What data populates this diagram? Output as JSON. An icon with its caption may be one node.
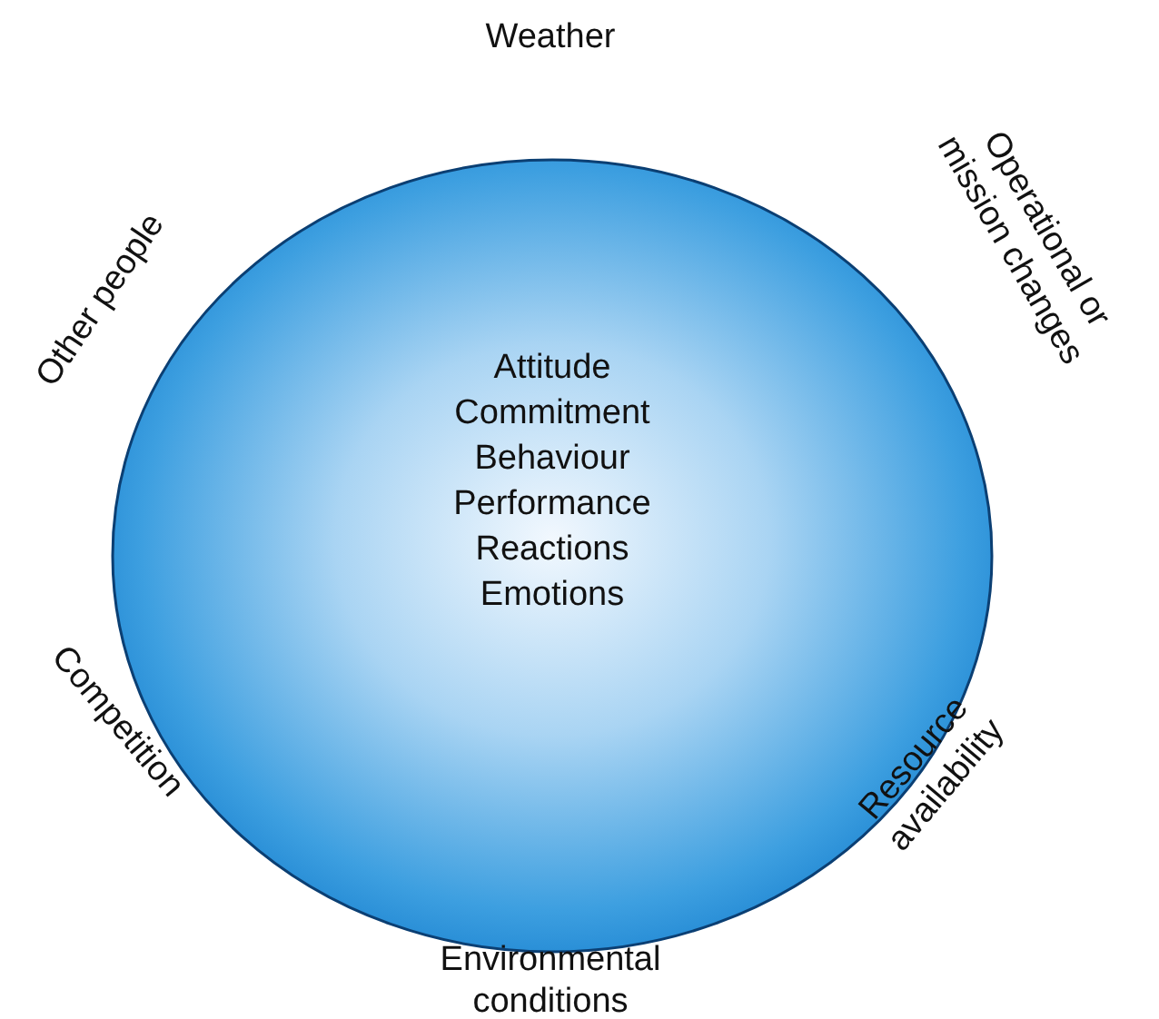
{
  "diagram": {
    "nodes": [
      {
        "text": [
          "Attitude",
          "Commitment",
          "Behaviour",
          "Performance",
          "Reactions",
          "Emotions"
        ]
      }
    ],
    "labels": [
      "Weather",
      "Other people",
      "Operational or mission changes",
      "Competition",
      "Resource availability",
      "Environmental conditions"
    ]
  }
}
